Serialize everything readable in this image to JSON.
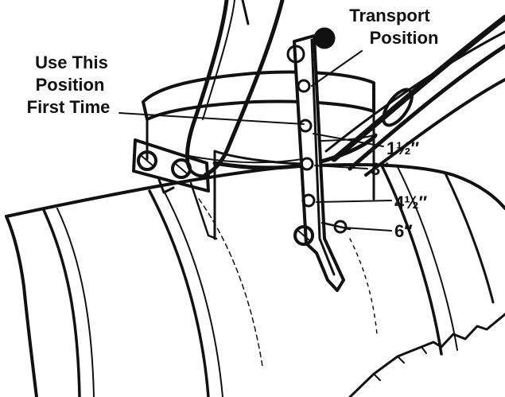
{
  "labels": {
    "transport_line1": "Transport",
    "transport_line2": "Position",
    "first_time_line1": "Use This",
    "first_time_line2": "Position",
    "first_time_line3": "First Time",
    "depth_1_5": "1½″",
    "depth_3": "3″",
    "depth_4_5": "4½″",
    "depth_6": "6″"
  },
  "colors": {
    "ink": "#111111",
    "paper": "#ffffff"
  }
}
